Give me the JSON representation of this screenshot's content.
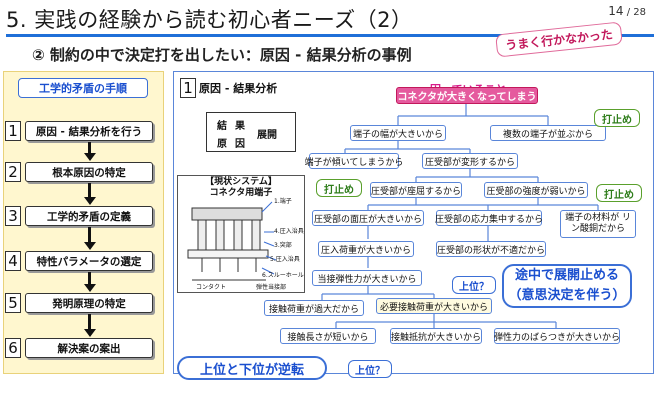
{
  "header": {
    "title": "5. 実践の経験から読む初心者ニーズ（2）",
    "page_current": "14",
    "page_total": "/ 28",
    "subtitle": "② 制約の中で決定打を出したい：原因 - 結果分析の事例",
    "callout": "うまく行かなかった"
  },
  "left": {
    "header": "工学的矛盾の手順",
    "steps": [
      {
        "num": "1",
        "label": "原因 - 結果分析を行う"
      },
      {
        "num": "2",
        "label": "根本原因の特定"
      },
      {
        "num": "3",
        "label": "工学的矛盾の定義"
      },
      {
        "num": "4",
        "label": "特性パラメータの選定"
      },
      {
        "num": "5",
        "label": "発明原理の特定"
      },
      {
        "num": "6",
        "label": "解決案の案出"
      }
    ]
  },
  "right": {
    "num": "1",
    "title": "原因 - 結果分析",
    "grid": {
      "c1": "結",
      "c2": "果",
      "c3": "原",
      "c4": "因",
      "side": "展開"
    },
    "problem_title": "困っていること",
    "figure": {
      "title_line1": "【現状システム】",
      "title_line2": "コネクタ用端子",
      "labels": [
        "1.端子",
        "4.圧入治具",
        "3.突部",
        "5.圧入治具",
        "6.スルーホール",
        "コンタクト",
        "弾性当接部"
      ]
    },
    "nodes": {
      "root": "コネクタが大きくなってしまう",
      "n1": "端子の幅が大きいから",
      "n2": "複数の端子が並ぶから",
      "n3": "端子が傾いてしまうから",
      "n4": "圧受部が変形するから",
      "n5": "圧受部が座屈するから",
      "n6": "圧受部の強度が弱いから",
      "n7": "圧受部の面圧が大きいから",
      "n8": "圧受部の応力集中するから",
      "n9": "端子の材料が リン酸銅だから",
      "n10": "圧入荷重が大きいから",
      "n11": "圧受部の形状が不適だから",
      "n12": "当接弾性力が大きいから",
      "n13": "接触荷重が過大だから",
      "n14": "必要接触荷重が大きいから",
      "n15": "接触長さが短いから",
      "n16": "接触抵抗が大きいから",
      "n17": "弾性力のばらつきが大きいから"
    },
    "stops": [
      "打止め",
      "打止め",
      "打止め"
    ],
    "upper_labels": [
      "上位？",
      "上位？"
    ],
    "callout_mid_line1": "途中で展開止める",
    "callout_mid_line2": "（意思決定を伴う）",
    "callout_bottom": "上位と下位が逆転"
  },
  "colors": {
    "accent": "#1f6fd8",
    "root": "#e55a9e",
    "stop": "#5aa02c",
    "panel": "#fff7cf"
  }
}
